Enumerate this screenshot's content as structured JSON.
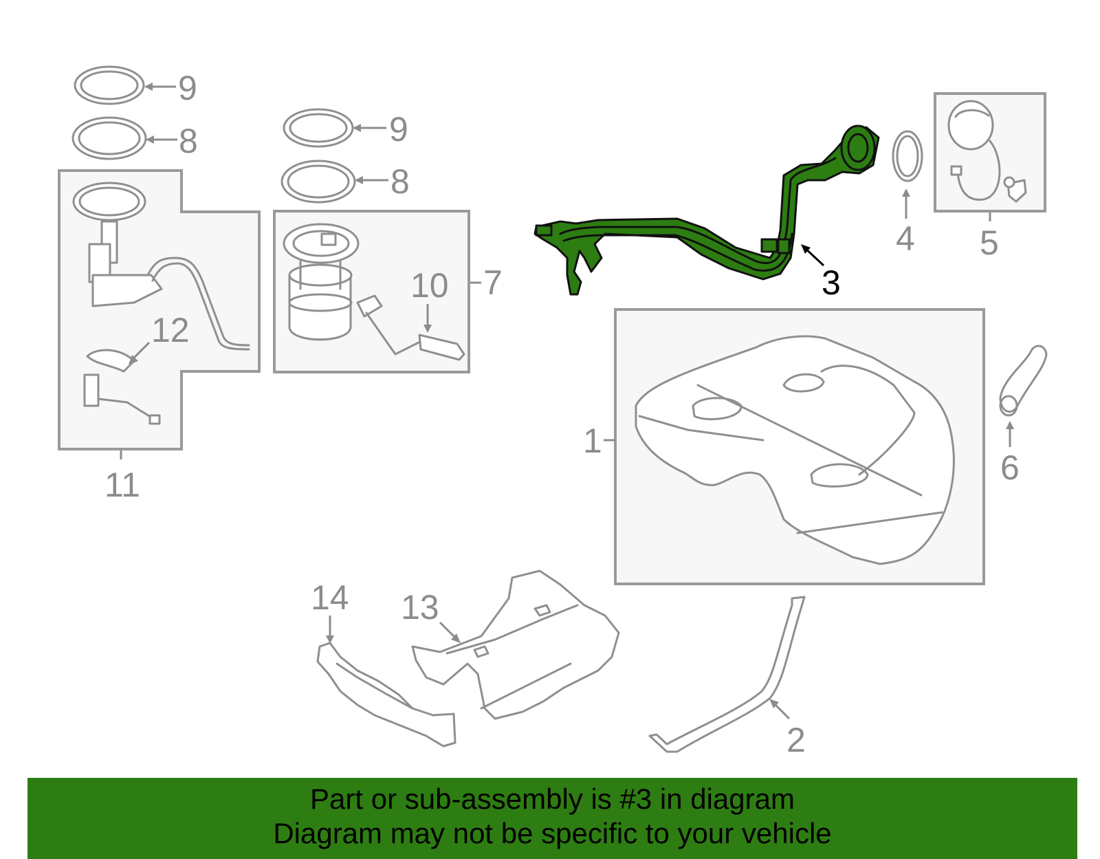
{
  "diagram": {
    "callouts": {
      "c1": "1",
      "c2": "2",
      "c3": "3",
      "c4": "4",
      "c5": "5",
      "c6": "6",
      "c7": "7",
      "c8a": "8",
      "c8b": "8",
      "c9a": "9",
      "c9b": "9",
      "c10": "10",
      "c11": "11",
      "c12": "12",
      "c13": "13",
      "c14": "14"
    },
    "highlighted_part": "3"
  },
  "banner": {
    "line1": "Part or sub-assembly is #3 in diagram",
    "line2": "Diagram may not be specific to your vehicle"
  },
  "colors": {
    "highlight": "#2e7d13",
    "part_stroke": "#8f8f8f",
    "box_fill": "#f7f7f7"
  }
}
